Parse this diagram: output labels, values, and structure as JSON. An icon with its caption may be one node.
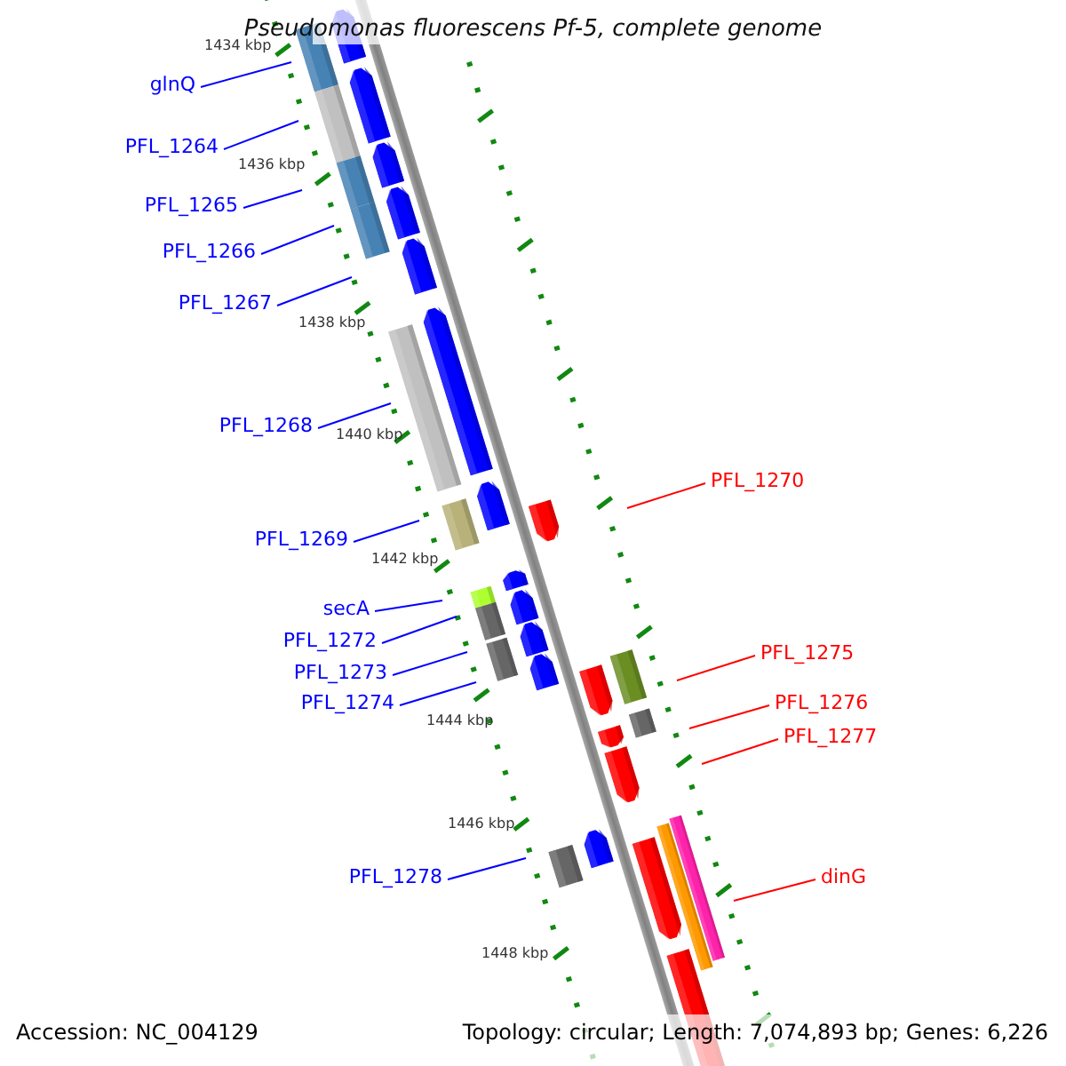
{
  "diagram": {
    "title": "Pseudomonas fluorescens Pf-5, complete genome",
    "nodes": [
      {
        "text": [
          "glnQ"
        ]
      },
      {
        "text": [
          "PFL_1264"
        ]
      },
      {
        "text": [
          "PFL_1265"
        ]
      },
      {
        "text": [
          "PFL_1266"
        ]
      },
      {
        "text": [
          "PFL_1267"
        ]
      },
      {
        "text": [
          "PFL_1268"
        ]
      },
      {
        "text": [
          "PFL_1269"
        ]
      },
      {
        "text": [
          "secA"
        ]
      },
      {
        "text": [
          "PFL_1272"
        ]
      },
      {
        "text": [
          "PFL_1273"
        ]
      },
      {
        "text": [
          "PFL_1274"
        ]
      },
      {
        "text": [
          "PFL_1278"
        ]
      },
      {
        "text": [
          "PFL_1270"
        ]
      },
      {
        "text": [
          "PFL_1275"
        ]
      },
      {
        "text": [
          "PFL_1276"
        ]
      },
      {
        "text": [
          "PFL_1277"
        ]
      },
      {
        "text": [
          "dinG"
        ]
      }
    ],
    "edges": [
      {
        "from": 0,
        "to": null,
        "arrow": "none"
      },
      {
        "from": 1,
        "to": null,
        "arrow": "none"
      },
      {
        "from": 2,
        "to": null,
        "arrow": "none"
      },
      {
        "from": 3,
        "to": null,
        "arrow": "none"
      },
      {
        "from": 4,
        "to": null,
        "arrow": "none"
      },
      {
        "from": 5,
        "to": null,
        "arrow": "none"
      },
      {
        "from": 6,
        "to": null,
        "arrow": "none"
      },
      {
        "from": 7,
        "to": null,
        "arrow": "none"
      },
      {
        "from": 8,
        "to": null,
        "arrow": "none"
      },
      {
        "from": 9,
        "to": null,
        "arrow": "none"
      },
      {
        "from": 10,
        "to": null,
        "arrow": "none"
      },
      {
        "from": 11,
        "to": null,
        "arrow": "none"
      },
      {
        "from": 12,
        "to": null,
        "arrow": "none",
        "color": "#ff0000"
      },
      {
        "from": 13,
        "to": null,
        "arrow": "none",
        "color": "#ff0000"
      },
      {
        "from": 14,
        "to": null,
        "arrow": "none",
        "color": "#ff0000"
      },
      {
        "from": 15,
        "to": null,
        "arrow": "none",
        "color": "#ff0000"
      },
      {
        "from": 16,
        "to": null,
        "arrow": "none",
        "color": "#ff0000"
      }
    ],
    "labels": [
      "1434 kbp",
      "1436 kbp",
      "1438 kbp",
      "1440 kbp",
      "1442 kbp",
      "1444 kbp",
      "1446 kbp",
      "1448 kbp",
      "Accession: NC_004129",
      "Topology: circular; Length: 7,074,893 bp; Genes: 6,226"
    ]
  }
}
